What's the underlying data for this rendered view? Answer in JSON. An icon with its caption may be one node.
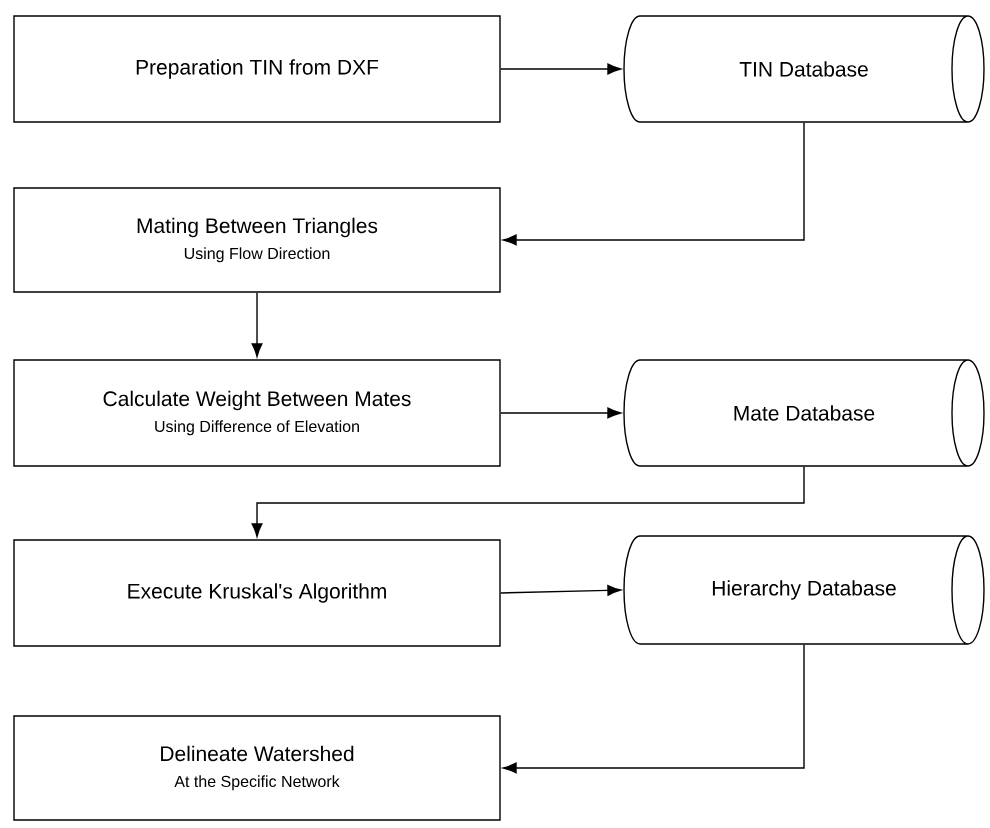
{
  "diagram": {
    "nodes": [
      {
        "text": [
          "Preparation TIN from DXF"
        ]
      },
      {
        "text": [
          "TIN Database"
        ]
      },
      {
        "text": [
          "Mating Between Triangles",
          "Using Flow Direction"
        ]
      },
      {
        "text": [
          "Calculate Weight Between Mates",
          "Using Difference of Elevation"
        ]
      },
      {
        "text": [
          "Mate Database"
        ]
      },
      {
        "text": [
          "Execute Kruskal's Algorithm"
        ]
      },
      {
        "text": [
          "Hierarchy Database"
        ]
      },
      {
        "text": [
          "Delineate Watershed",
          "At the Specific Network"
        ]
      }
    ],
    "edges": [
      {
        "from": 0,
        "to": 1,
        "arrow": "to"
      },
      {
        "from": 1,
        "to": 2,
        "arrow": "to"
      },
      {
        "from": 2,
        "to": 3,
        "arrow": "to"
      },
      {
        "from": 3,
        "to": 4,
        "arrow": "to"
      },
      {
        "from": 4,
        "to": 5,
        "arrow": "to"
      },
      {
        "from": 5,
        "to": 6,
        "arrow": "to"
      },
      {
        "from": 6,
        "to": 7,
        "arrow": "to"
      }
    ]
  }
}
